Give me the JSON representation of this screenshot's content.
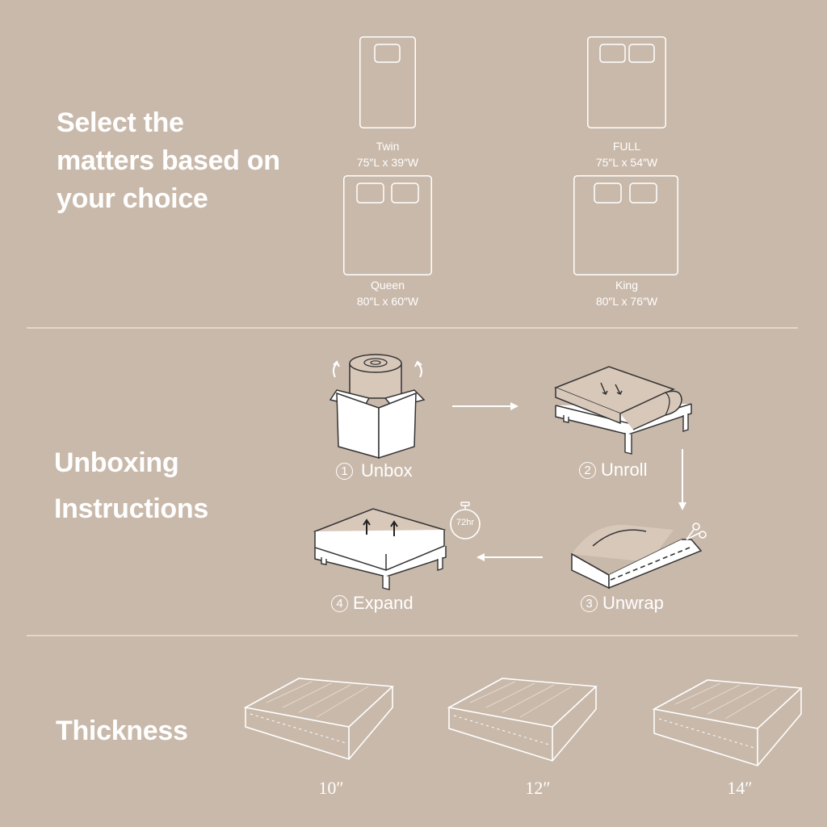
{
  "sections": {
    "size": {
      "heading_lines": [
        "Select the",
        "matters based on",
        "your choice"
      ],
      "beds": [
        {
          "name": "Twin",
          "dimensions": "75″L x 39″W"
        },
        {
          "name": "FULL",
          "dimensions": "75″L x 54″W"
        },
        {
          "name": "Queen",
          "dimensions": "80″L x 60″W"
        },
        {
          "name": "King",
          "dimensions": "80″L x 76″W"
        }
      ]
    },
    "unboxing": {
      "heading_lines": [
        "Unboxing",
        "Instructions"
      ],
      "steps": [
        {
          "number": "1",
          "label": "Unbox"
        },
        {
          "number": "2",
          "label": "Unroll"
        },
        {
          "number": "3",
          "label": "Unwrap"
        },
        {
          "number": "4",
          "label": "Expand"
        }
      ],
      "timer_label": "72hr"
    },
    "thickness": {
      "heading": "Thickness",
      "options": [
        "10″",
        "12″",
        "14″"
      ]
    }
  },
  "colors": {
    "background": "#c9b9aa",
    "text": "#ffffff",
    "divider": "#e2d7cd",
    "illustration_fill": "#d8c8ba"
  }
}
